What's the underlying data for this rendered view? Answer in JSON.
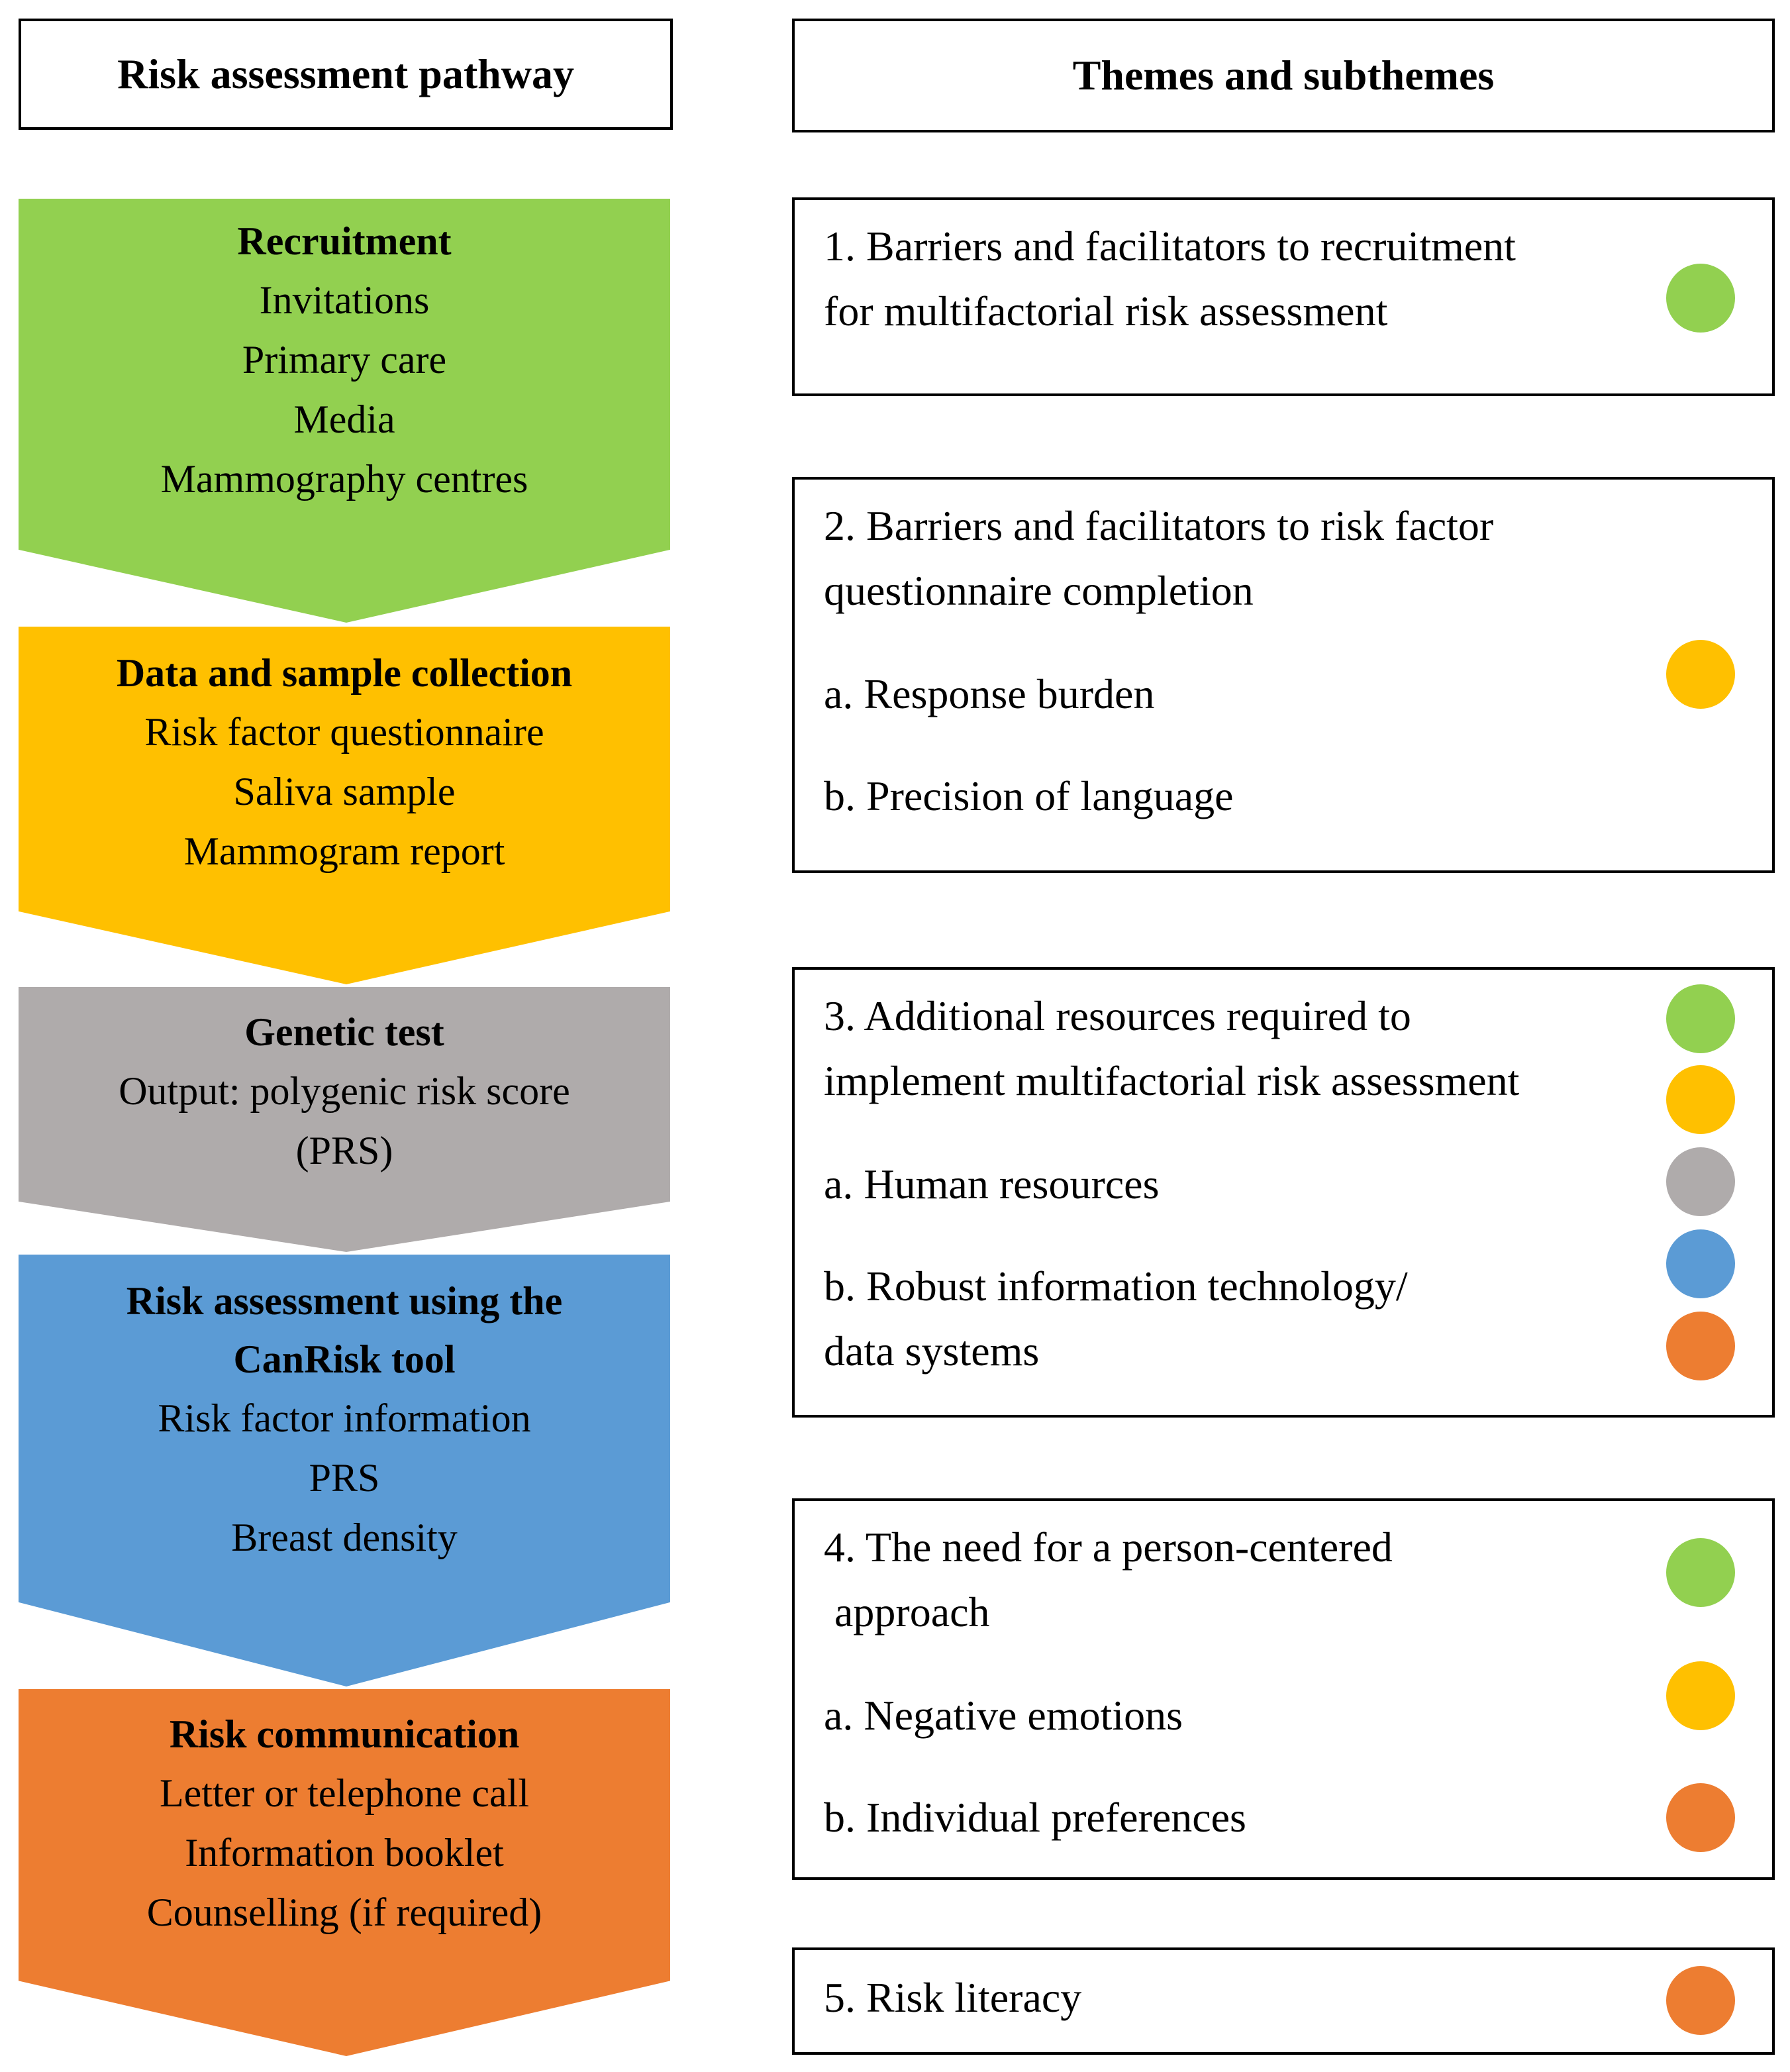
{
  "headers": {
    "left": "Risk assessment pathway",
    "right": "Themes and subthemes"
  },
  "pathway": [
    {
      "title": "Recruitment",
      "items": [
        "Invitations",
        "Primary care",
        "Media",
        "Mammography centres"
      ],
      "color": "#92d050"
    },
    {
      "title": "Data and sample collection",
      "items": [
        "Risk factor questionnaire",
        "Saliva sample",
        "Mammogram report"
      ],
      "color": "#ffc000"
    },
    {
      "title": "Genetic test",
      "items": [
        "Output: polygenic risk score",
        "(PRS)"
      ],
      "color": "#afabab"
    },
    {
      "title_lines": [
        "Risk assessment using the",
        "CanRisk tool"
      ],
      "items": [
        "Risk factor information",
        "PRS",
        "Breast density"
      ],
      "color": "#5b9bd5"
    },
    {
      "title": "Risk communication",
      "items": [
        "Letter or telephone call",
        "Information booklet",
        "Counselling (if required)"
      ],
      "color": "#ed7d31"
    }
  ],
  "themes": [
    {
      "lines": [
        "1. Barriers and facilitators to recruitment",
        "for multifactorial risk assessment"
      ],
      "dots": [
        "green"
      ]
    },
    {
      "lines": [
        "2. Barriers and facilitators to risk factor",
        "questionnaire completion"
      ],
      "subthemes": [
        "a. Response burden",
        "b. Precision of language"
      ],
      "dots": [
        "yellow"
      ]
    },
    {
      "lines": [
        "3. Additional resources required to",
        "implement multifactorial risk assessment"
      ],
      "subthemes": [
        "a. Human resources",
        "b. Robust information technology/",
        "data systems"
      ],
      "dots": [
        "green",
        "yellow",
        "gray",
        "blue",
        "orange"
      ]
    },
    {
      "lines": [
        "4. The need for a person-centered",
        " approach"
      ],
      "subthemes": [
        "a. Negative emotions",
        "b. Individual preferences"
      ],
      "dots": [
        "green",
        "yellow",
        "orange"
      ]
    },
    {
      "lines": [
        "5. Risk literacy"
      ],
      "dots": [
        "orange"
      ]
    }
  ],
  "colors": {
    "green": "#92d050",
    "yellow": "#ffc000",
    "gray": "#afabab",
    "blue": "#5b9bd5",
    "orange": "#ed7d31"
  }
}
